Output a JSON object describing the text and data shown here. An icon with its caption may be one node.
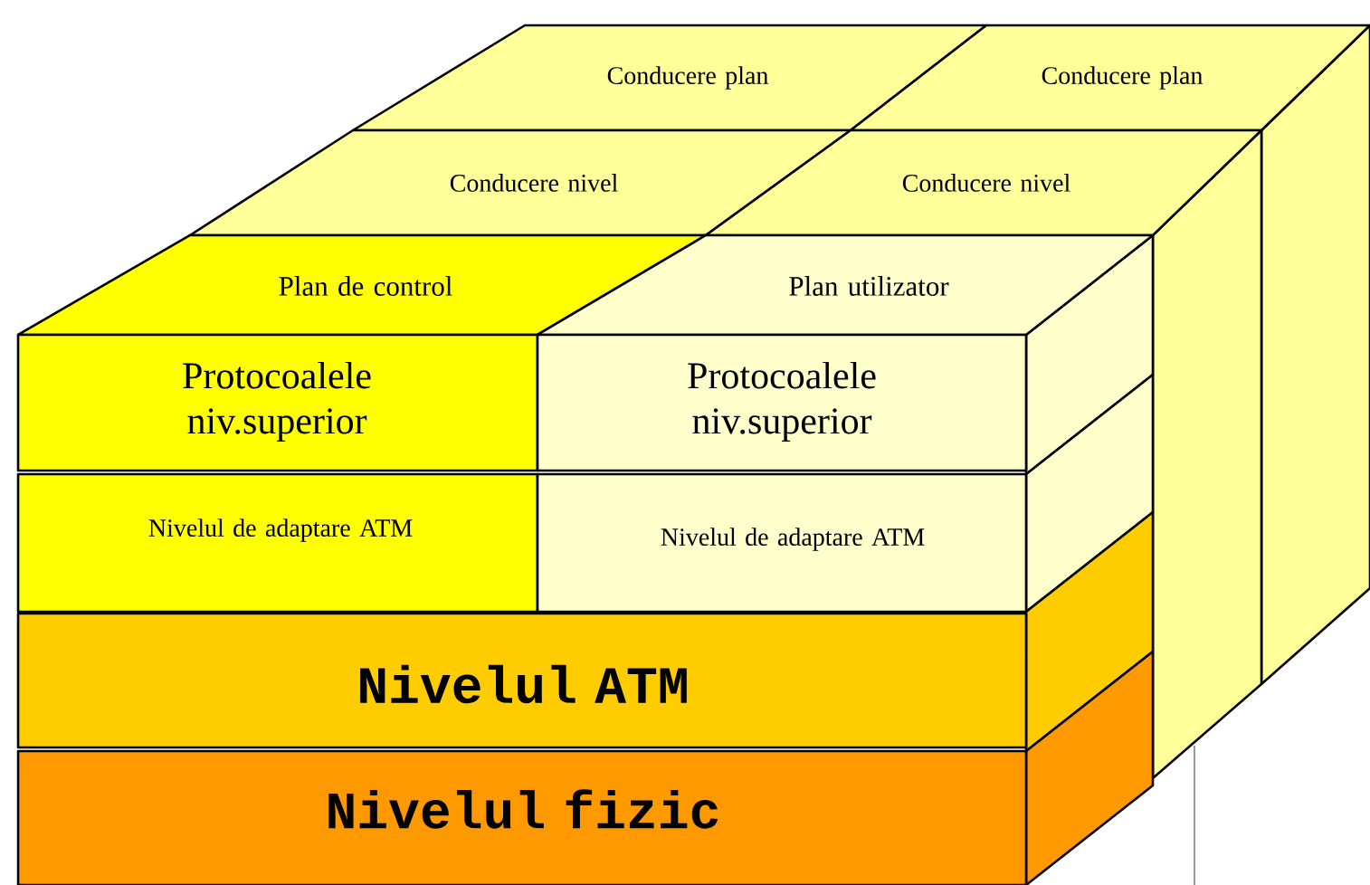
{
  "diagram": {
    "nodes": [
      {
        "text": [
          "Conducere plan"
        ]
      },
      {
        "text": [
          "Conducere plan"
        ]
      },
      {
        "text": [
          "Conducere nivel"
        ]
      },
      {
        "text": [
          "Conducere nivel"
        ]
      },
      {
        "text": [
          "Plan de control"
        ]
      },
      {
        "text": [
          "Plan utilizator"
        ]
      },
      {
        "text": [
          "Protocoalele niv.superior"
        ]
      },
      {
        "text": [
          "Protocoalele niv.superior"
        ]
      },
      {
        "text": [
          "Nivelul de adaptare ATM"
        ]
      },
      {
        "text": [
          "Nivelul de adaptare ATM"
        ]
      },
      {
        "text": [
          "Nivelul ATM"
        ]
      },
      {
        "text": [
          "Nivelul fizic"
        ]
      }
    ]
  }
}
